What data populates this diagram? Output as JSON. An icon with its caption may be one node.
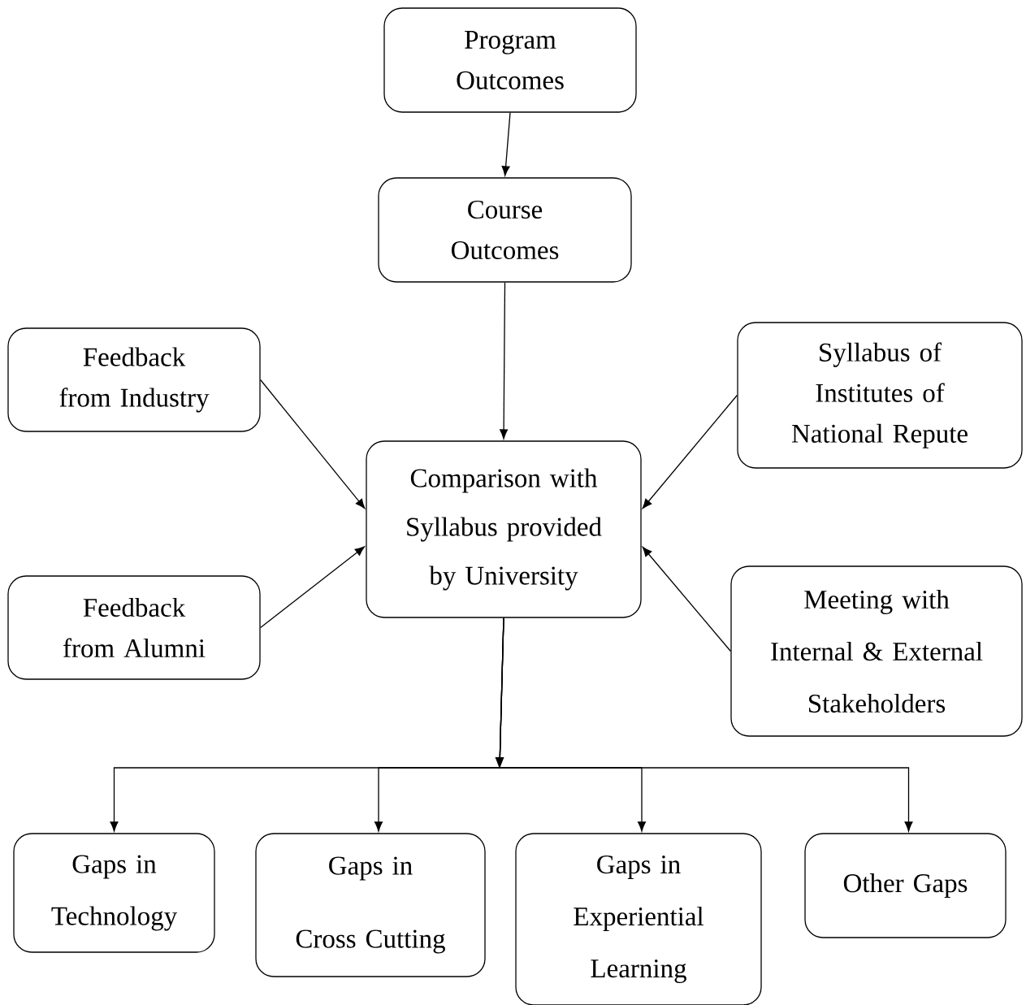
{
  "diagram": {
    "nodes": [
      {
        "text": [
          "Program Outcomes"
        ]
      },
      {
        "text": [
          "Course Outcomes"
        ]
      },
      {
        "text": [
          "Feedback from Industry"
        ]
      },
      {
        "text": [
          "Syllabus of Institutes of National Repute"
        ]
      },
      {
        "text": [
          "Comparison with Syllabus provided by University"
        ]
      },
      {
        "text": [
          "Feedback from Alumni"
        ]
      },
      {
        "text": [
          "Meeting with Internal & External Stakeholders"
        ]
      },
      {
        "text": [
          "Gaps in Technology"
        ]
      },
      {
        "text": [
          "Gaps in Cross Cutting"
        ]
      },
      {
        "text": [
          "Gaps in Experiential Learning"
        ]
      },
      {
        "text": [
          "Other Gaps"
        ]
      }
    ],
    "edges": [
      {
        "from": 0,
        "to": 1,
        "arrow": "to"
      },
      {
        "from": 1,
        "to": 4,
        "arrow": "to"
      },
      {
        "from": 2,
        "to": 4,
        "arrow": "to"
      },
      {
        "from": 5,
        "to": 4,
        "arrow": "to"
      },
      {
        "from": 3,
        "to": 4,
        "arrow": "to"
      },
      {
        "from": 6,
        "to": 4,
        "arrow": "to"
      },
      {
        "from": 4,
        "to": 7,
        "arrow": "to"
      },
      {
        "from": 4,
        "to": 8,
        "arrow": "to"
      },
      {
        "from": 4,
        "to": 9,
        "arrow": "to"
      },
      {
        "from": 4,
        "to": 10,
        "arrow": "to"
      }
    ]
  }
}
